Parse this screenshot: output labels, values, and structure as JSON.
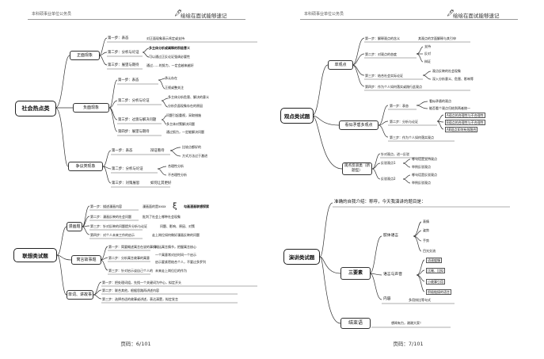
{
  "header_left": "本科硕事业单位公务员",
  "header_right": "绘绘在面试能够速记",
  "p1": {
    "c1": {
      "title": "社会热点类",
      "a": {
        "label": "正面现象",
        "s1": "第一步：表态",
        "s1d": "对正面现象表示肯定或支持",
        "s2": "第二步：分析与论证",
        "s2a": "多主体分析或阐释的积极意义",
        "s2b": "可以通过正反论证强调必要性",
        "s3": "第三步：展望与期待",
        "s3d": "通过......的努力，一定会越来越好"
      },
      "b": {
        "label": "负面现象",
        "s1": "第一步：表态",
        "s1a": "承认存在",
        "s1b": "正视或整关注",
        "s2": "第二步：分析与论证",
        "s2a": "多主体分析危害、解决的意义",
        "s2b": "分析负面现象存在的原因",
        "s3": "第三步：过渡与解决问题",
        "s3a": "问题引起重视，采取措施",
        "s3b": "多主体对策解决问题",
        "s4": "第四步：展望与期待",
        "s4d": "通过努力，一定能解决问题"
      },
      "c": {
        "label": "争议类现象",
        "s1": "第一步：表态",
        "s1d": "辩证看待",
        "s1a": "比较点都好的",
        "s1b": "方式方法过于激进",
        "s2": "第二步：分析与论证",
        "s2a": "合理性分析",
        "s2b": "不合理性分析",
        "s3": "第三步：对策展思",
        "s3d": "如何让其更好"
      }
    },
    "c2": {
      "title": "联想类试题",
      "a": {
        "label": "漫画题",
        "s1": "第一步：描述漫画内容",
        "s1a": "漫画面的是xxxx",
        "s1b": "勾画漫画联想探索",
        "s2": "第二步：漫画反映的社会问题",
        "s2d": "批判了社会上哪种社会现象",
        "s3": "第三步：针对反映的问题提升分析与论证",
        "s3d": "问题、影响、原因、对策",
        "s4": "第四步：对个人未来工作的启示",
        "s4d": "走上岗位如何做好漫画反映的问题"
      },
      "b": {
        "label": "寓言故事题",
        "s1": "第一步：简要概述寓言在说的事情",
        "s1d": "概括寓言情节，把握寓言核心",
        "s2": "第二步：分析寓言故事的寓意",
        "s2a": "一个寓意常对应时间一个启示",
        "s2b": "启示要紧密结合个人，不要过多罗列",
        "s3": "第三步：针对启示谈自己个人的",
        "s3d": "未来走上岗位后的作为"
      },
      "c": {
        "label": "单词、讲故事",
        "s1": "第一步：把处理词组，先找一个关键词为中心，拟定开头",
        "s2": "第二步：联合其他，根据思路再讲述内容",
        "s3": "第三步：选择合适的故事或讲述，表达清楚，拟定发言"
      }
    },
    "pagenum": "页码：6/101"
  },
  "p2": {
    "c1": {
      "title": "观点类试题",
      "a": {
        "label": "单观点",
        "s1": "第一步：解释观点的含义",
        "s1d": "其观点的字面解释与其引申",
        "s2": "第二步：对观点的态度",
        "s2a": "支持",
        "s2b": "反对",
        "s2c": "辩证",
        "s3": "第三步：结合社会实际论证",
        "s3a": "观点反映的社会现象",
        "s3b": "深入分析意义、危害、影响等",
        "s4": "第四步：作为个人如何落实或践行此观点"
      },
      "b": {
        "label": "看似矛盾多观点",
        "s1": "第一步：表态",
        "s1a": "看似矛盾的观点",
        "s1b": "能否看个观点归结到两者统一",
        "s2": "第二步：分析与论证",
        "s2a": "A观点的合理性与不合理性",
        "s2b": "B观点的合理性与不合理性",
        "s2c": "AB观点如何有效融合",
        "s3": "第三步：作为个人如何落实观点"
      },
      "c": {
        "label": "观点反驳类（新题型）",
        "s1": "针对观点，进一反驳",
        "r1": "反驳观点1",
        "r1a": "哪句话是支持观点",
        "r1b": "举例反驳观点",
        "r2": "反驳观点2",
        "r2a": "哪句话是反驳观点",
        "r2b": "举例反驳观点"
      }
    },
    "c2": {
      "title": "演讲类试题",
      "intro": "准确的自我介绍：称呼，今天我演讲的题目是：",
      "three": "三要素",
      "body": "肢体语言",
      "body_items": [
        "表情",
        "姿势",
        "手势",
        "目光交流"
      ],
      "voice": "语言与声音",
      "voice_items": [
        "语速缓慢",
        "比喻、比拟",
        "小故事引用",
        "积极链接的语言"
      ],
      "content": "内容",
      "content_d": "多用排比等句式",
      "end": "结束语",
      "end_d": "想闻有力，谢谢大家！"
    },
    "pagenum": "页码：7/101"
  }
}
